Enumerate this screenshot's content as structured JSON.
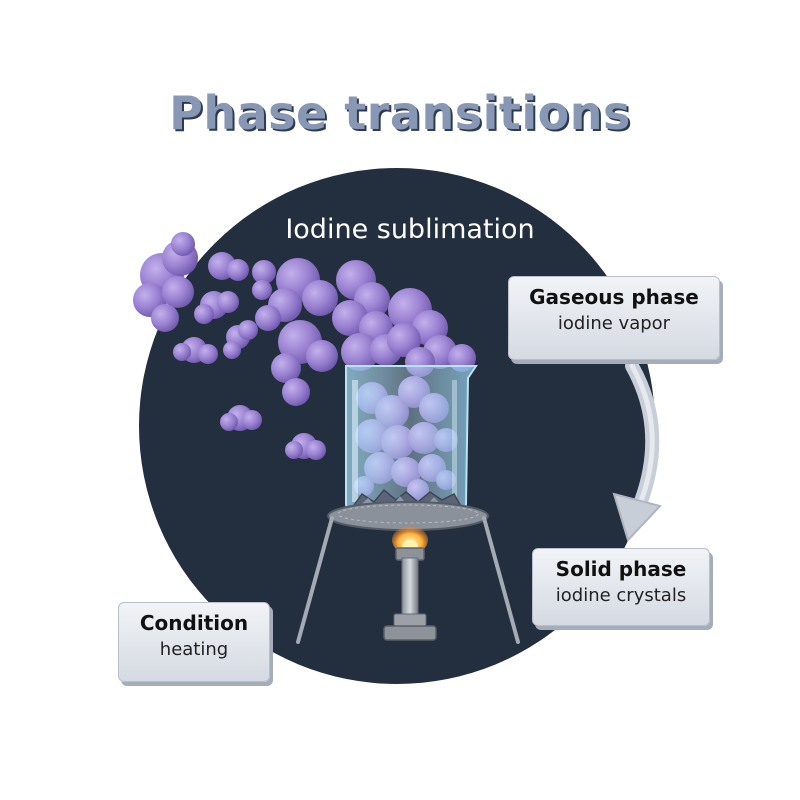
{
  "title": "Phase transitions",
  "scene": {
    "title": "Iodine sublimation"
  },
  "gaseous_box": {
    "heading": "Gaseous phase",
    "sub": "iodine vapor"
  },
  "solid_box": {
    "heading": "Solid phase",
    "sub": "iodine crystals"
  },
  "condition_box": {
    "heading": "Condition",
    "sub": "heating"
  },
  "colors": {
    "title": "#8898b4",
    "circle": "#232e3f",
    "vapor": "#9b82d2",
    "vapor_dark": "#7e66bc",
    "glass": "#9fd4ee",
    "arrow": "#c8ced8"
  }
}
